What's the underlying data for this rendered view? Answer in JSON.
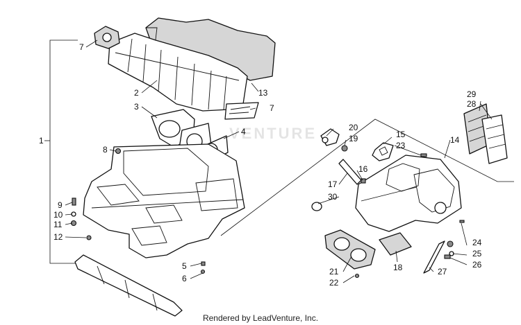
{
  "diagram": {
    "callouts": [
      "1",
      "2",
      "3",
      "4",
      "5",
      "6",
      "7",
      "7",
      "8",
      "9",
      "10",
      "11",
      "12",
      "13",
      "14",
      "15",
      "16",
      "17",
      "18",
      "19",
      "20",
      "21",
      "22",
      "23",
      "24",
      "25",
      "26",
      "27",
      "28",
      "29",
      "30"
    ],
    "watermark_text": "VENTURE",
    "footer_text": "Rendered by LeadVenture, Inc."
  }
}
